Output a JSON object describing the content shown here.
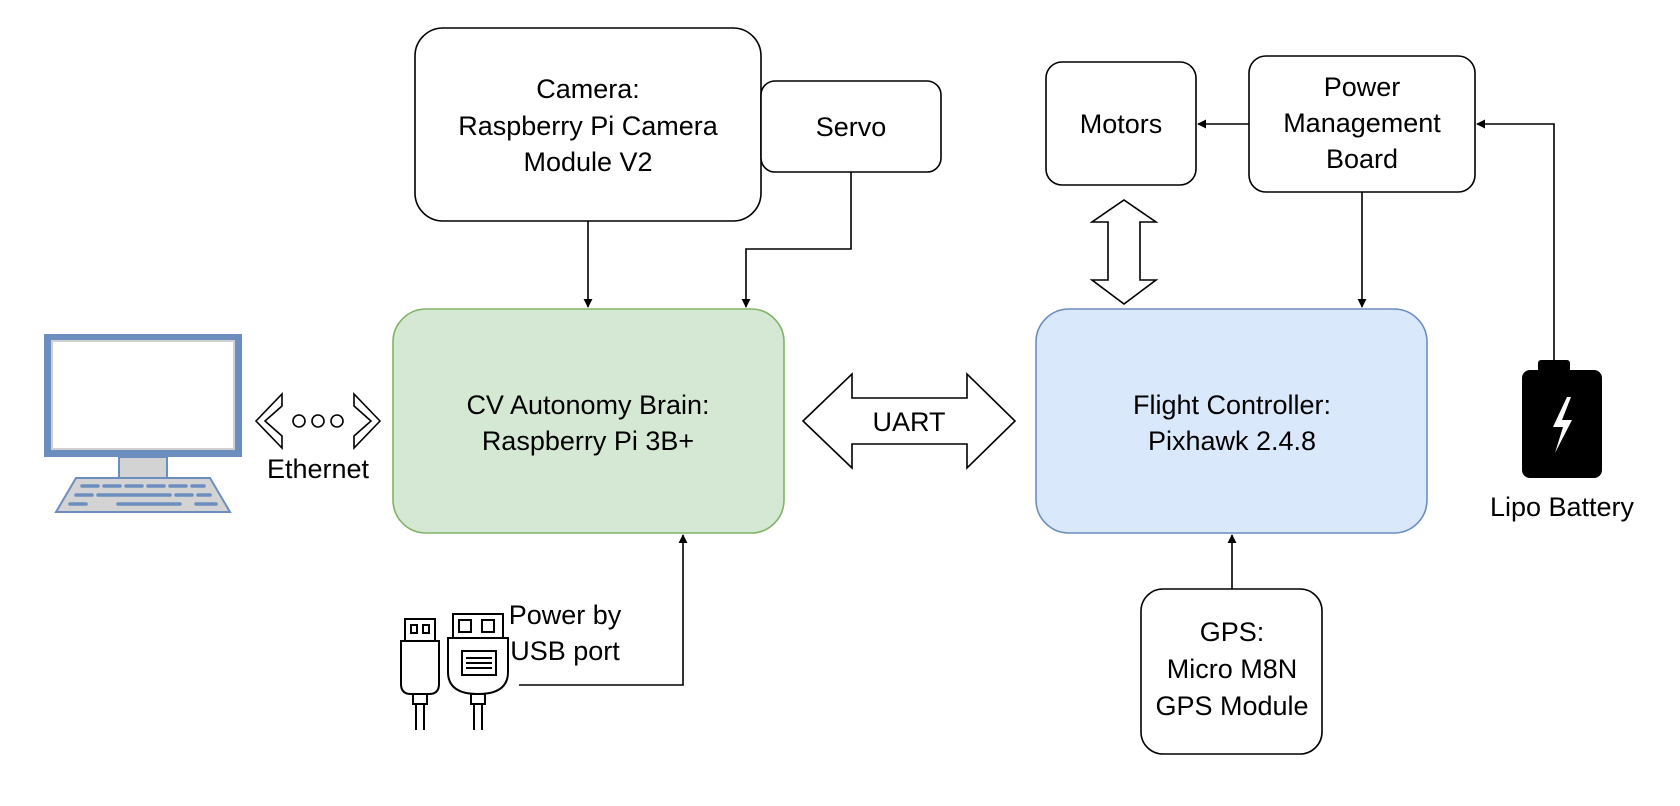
{
  "colors": {
    "brain_fill": "#d5e8d4",
    "brain_stroke": "#82b366",
    "fc_fill": "#dae8fc",
    "fc_stroke": "#6c8ebf",
    "monitor": "#6c8ebf",
    "battery": "#000000"
  },
  "nodes": {
    "camera": [
      "Camera:",
      "Raspberry Pi Camera",
      "Module V2"
    ],
    "servo": [
      "Servo"
    ],
    "brain": [
      "CV Autonomy Brain:",
      "Raspberry Pi 3B+"
    ],
    "flight_controller": [
      "Flight Controller:",
      "Pixhawk 2.4.8"
    ],
    "motors": [
      "Motors"
    ],
    "power_board": [
      "Power",
      "Management",
      "Board"
    ],
    "gps": [
      "GPS:",
      "Micro M8N",
      "GPS Module"
    ]
  },
  "labels": {
    "uart": "UART",
    "ethernet": "Ethernet",
    "power_usb": [
      "Power by",
      "USB port"
    ],
    "battery": "Lipo Battery"
  },
  "icons": {
    "computer": "desktop-computer-icon",
    "usb": "usb-cable-icon",
    "battery": "battery-charging-icon",
    "ethernet": "network-link-icon"
  }
}
